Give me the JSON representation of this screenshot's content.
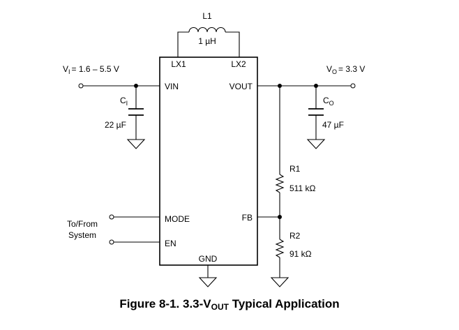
{
  "inductor": {
    "ref": "L1",
    "value": "1 µH"
  },
  "chip_pins": {
    "lx1": "LX1",
    "lx2": "LX2",
    "vin": "VIN",
    "vout": "VOUT",
    "mode": "MODE",
    "fb": "FB",
    "en": "EN",
    "gnd": "GND"
  },
  "input": {
    "v_sym": "V",
    "v_sub": "I",
    "v_value": "= 1.6 – 5.5 V"
  },
  "output": {
    "v_sym": "V",
    "v_sub": "O",
    "v_value": "= 3.3 V"
  },
  "cap_in": {
    "sym": "C",
    "sub": "I",
    "value": "22 µF"
  },
  "cap_out": {
    "sym": "C",
    "sub": "O",
    "value": "47 µF"
  },
  "r1": {
    "ref": "R1",
    "value": "511 kΩ"
  },
  "r2": {
    "ref": "R2",
    "value": "91 kΩ"
  },
  "system_io": {
    "line1": "To/From",
    "line2": "System"
  },
  "caption": {
    "prefix": "Figure 8-1. 3.3-V",
    "sub": "OUT",
    "suffix": " Typical Application"
  }
}
